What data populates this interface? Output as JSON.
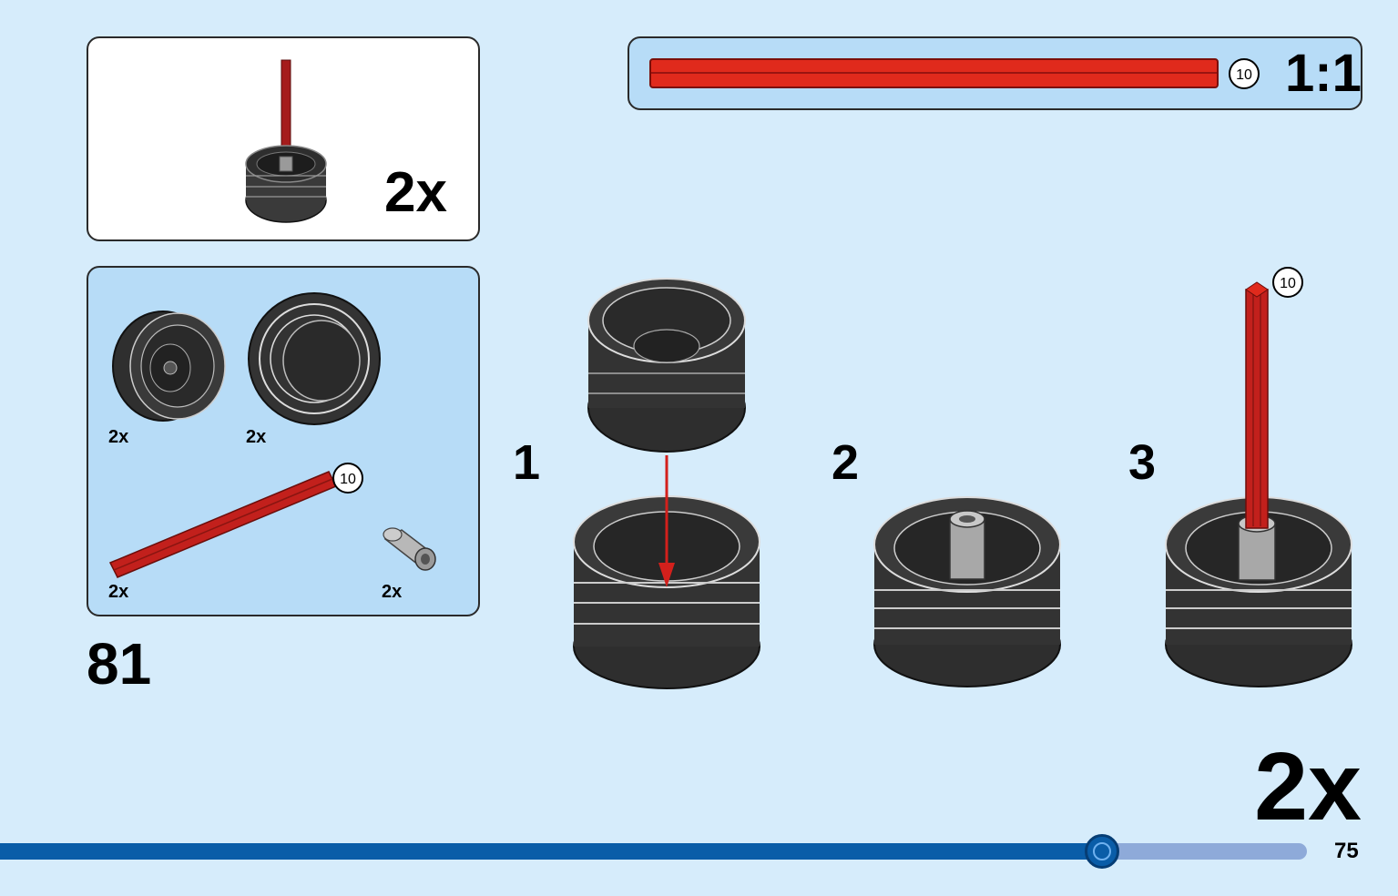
{
  "submodel_box": {
    "multiplier": "2x"
  },
  "scale_box": {
    "callout": "10",
    "scale_label": "1:1"
  },
  "parts_list": {
    "items": [
      {
        "qty": "2x",
        "icon": "wheel-rim-icon"
      },
      {
        "qty": "2x",
        "icon": "tire-icon"
      },
      {
        "qty": "2x",
        "icon": "axle-icon",
        "callout": "10"
      },
      {
        "qty": "2x",
        "icon": "connector-bush-icon"
      }
    ]
  },
  "main_step_number": "81",
  "sub_steps": [
    {
      "number": "1"
    },
    {
      "number": "2"
    },
    {
      "number": "3",
      "callout": "10"
    }
  ],
  "bottom_multiplier": "2x",
  "page_number": "75",
  "progress": {
    "fraction": 0.843
  },
  "colors": {
    "background": "#d6ecfb",
    "panel_blue": "#b7dcf7",
    "axle_red": "#c2201c",
    "progress_blue": "#0a5da8",
    "progress_track": "#8eaad9"
  }
}
